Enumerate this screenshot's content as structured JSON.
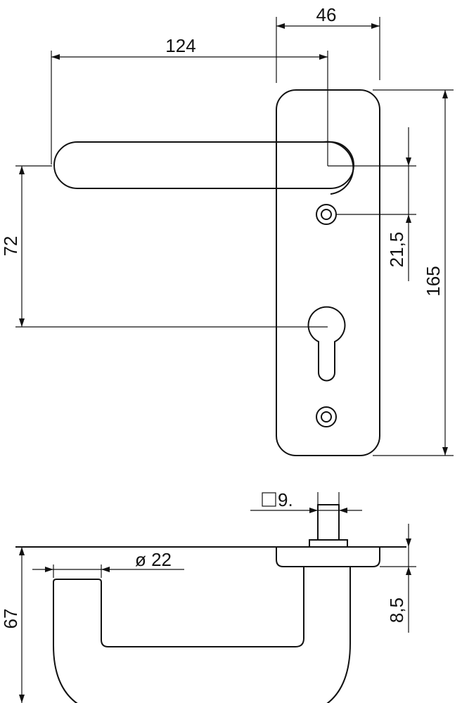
{
  "dimensions": {
    "width_rose": "46",
    "handle_length": "124",
    "height_72": "72",
    "offset_21_5": "21,5",
    "plate_height": "165",
    "square_spindle": "9.",
    "diameter_22": "ø 22",
    "projection_67": "67",
    "rose_thickness": "8,5"
  },
  "colors": {
    "line": "#111111",
    "background": "#ffffff"
  }
}
